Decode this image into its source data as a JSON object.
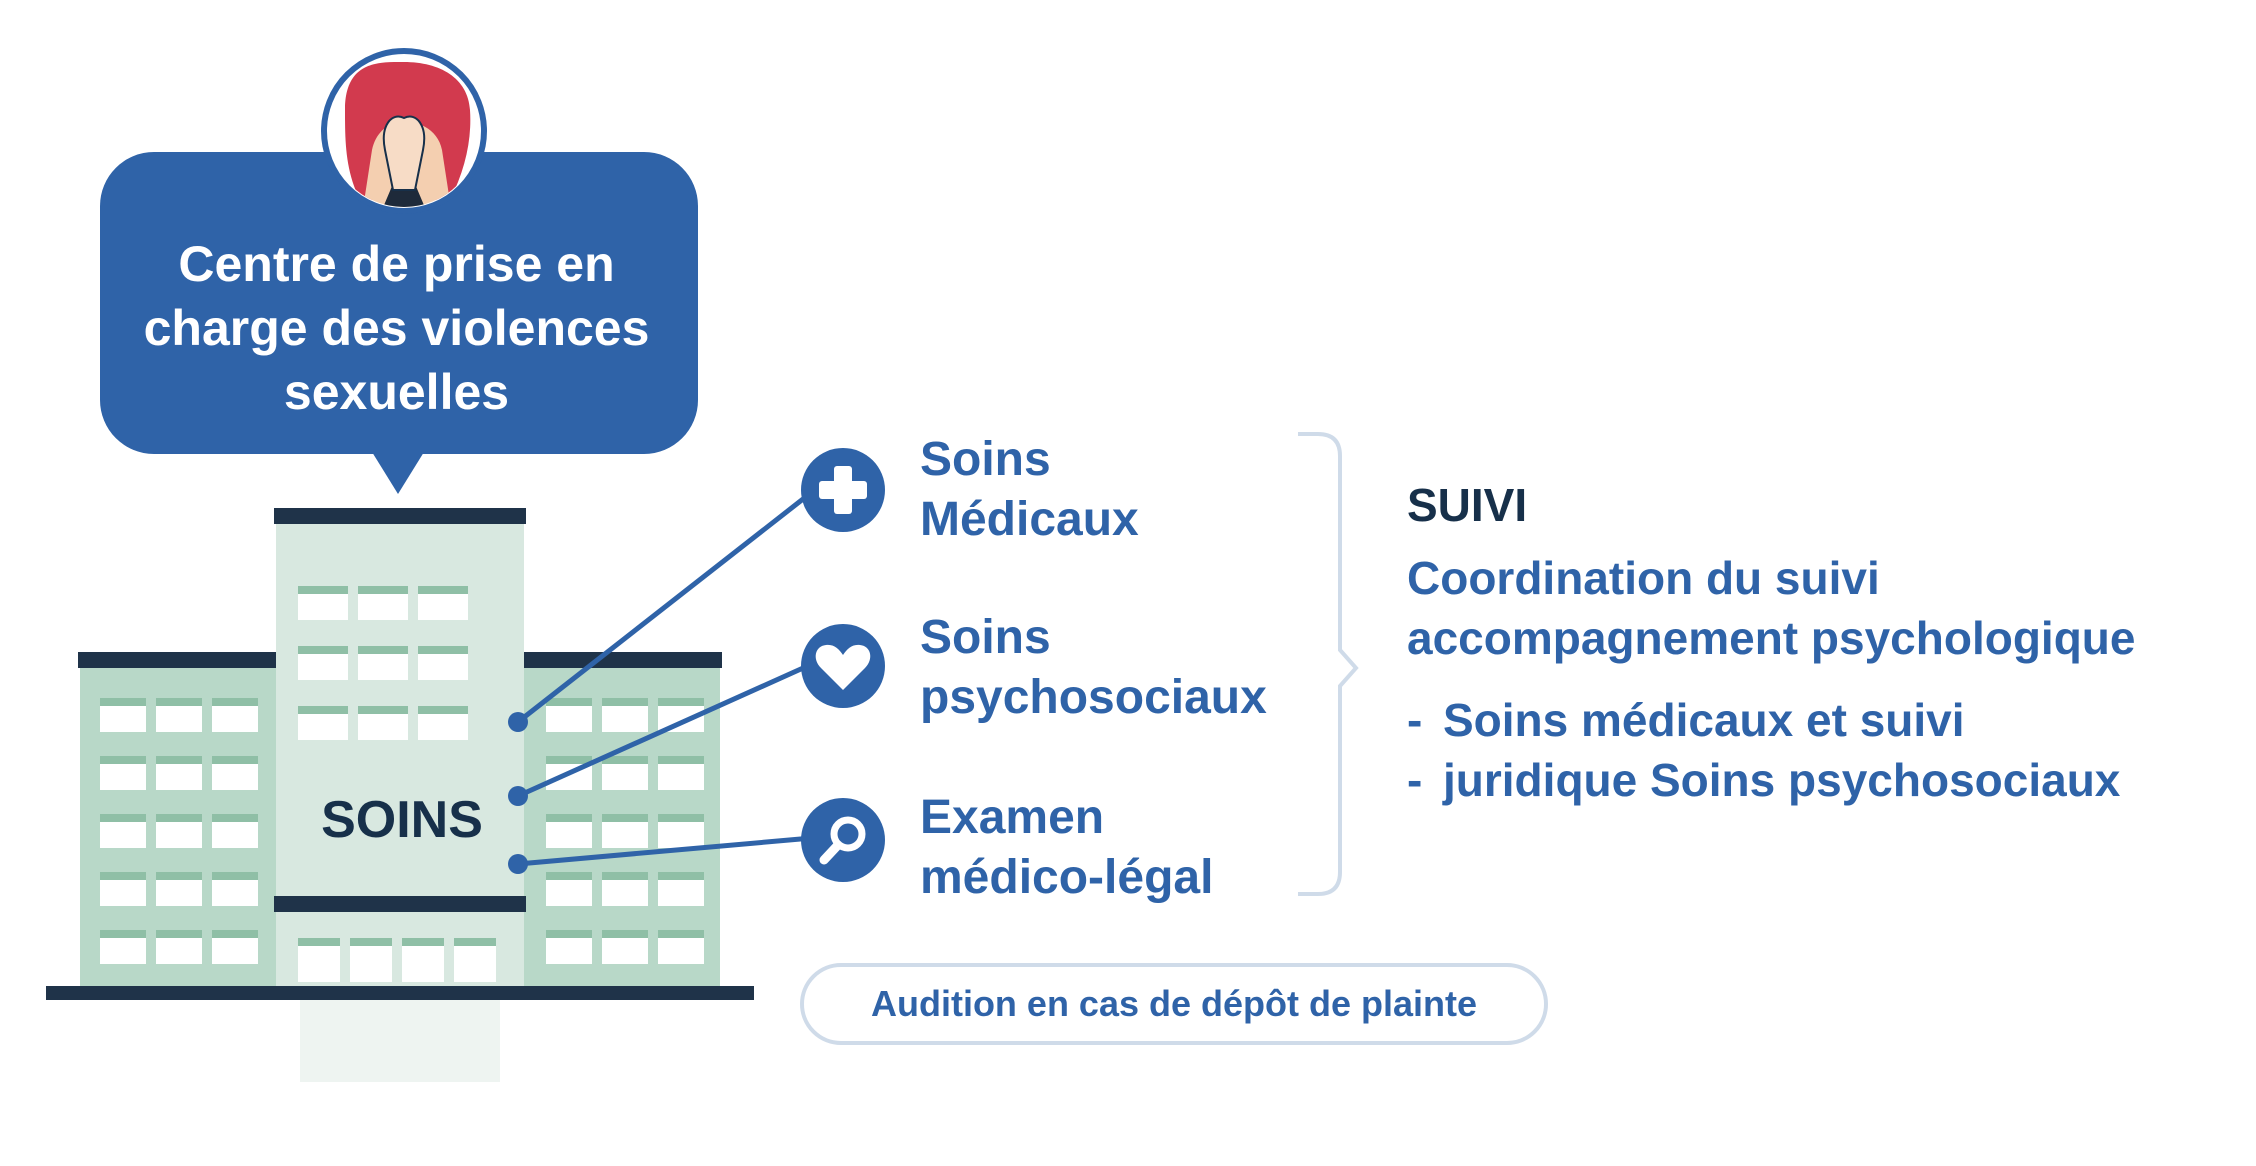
{
  "center": {
    "title_line1": "Centre de prise en",
    "title_line2": "charge des violences",
    "title_line3": "sexuelles"
  },
  "building": {
    "label": "SOINS"
  },
  "services": [
    {
      "line1": "Soins",
      "line2": "Médicaux",
      "icon": "medical-cross-icon"
    },
    {
      "line1": "Soins",
      "line2": "psychosociaux",
      "icon": "heart-icon"
    },
    {
      "line1": "Examen",
      "line2": "médico-légal",
      "icon": "magnifier-icon"
    }
  ],
  "suivi": {
    "title": "SUIVI",
    "subtitle_line1": "Coordination du suivi",
    "subtitle_line2": "accompagnement psychologique",
    "items": [
      {
        "dash": "-",
        "text": "Soins médicaux et suivi"
      },
      {
        "dash": "-",
        "text": "juridique Soins psychosociaux"
      }
    ]
  },
  "audition": {
    "label": "Audition en cas de dépôt de plainte"
  },
  "colors": {
    "primary_blue": "#2f63a8",
    "dark_navy": "#17304a",
    "building_green": "#b8d8c8",
    "building_light": "#d8e8e0",
    "avatar_hair": "#d23a4e"
  }
}
